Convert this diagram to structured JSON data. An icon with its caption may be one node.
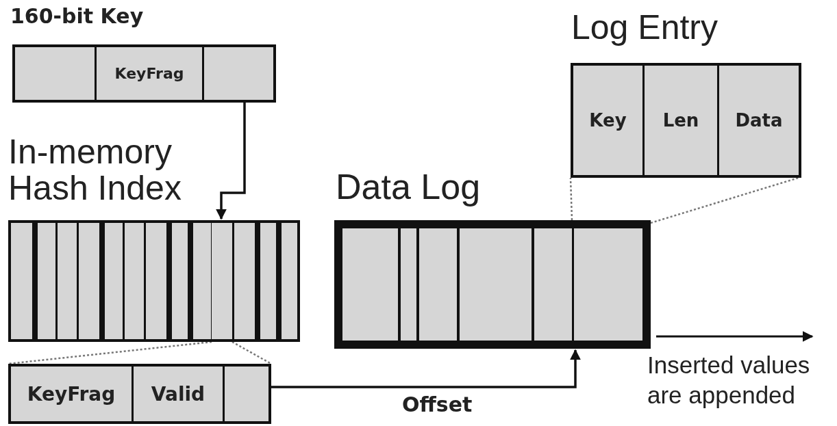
{
  "diagram": {
    "nodes": [
      {
        "text": [
          "160-bit Key"
        ]
      },
      {
        "text": [
          "KeyFrag"
        ],
        "in": 0
      },
      {
        "text": [],
        "shape": "box",
        "in": 0
      },
      {
        "text": [
          "In-memory Hash Index"
        ]
      },
      {
        "text": [],
        "shape": "box",
        "in": 3
      },
      {
        "text": [],
        "shape": "box"
      },
      {
        "text": [
          "KeyFrag"
        ],
        "in": 5
      },
      {
        "text": [
          "Valid"
        ],
        "in": 5
      },
      {
        "text": [],
        "shape": "box",
        "in": 5
      },
      {
        "text": [
          "Data Log"
        ]
      },
      {
        "text": [],
        "shape": "box",
        "in": 9
      },
      {
        "text": [
          "Log Entry"
        ]
      },
      {
        "text": [
          "Key"
        ],
        "in": 11
      },
      {
        "text": [
          "Len"
        ],
        "in": 11
      },
      {
        "text": [
          "Data"
        ],
        "in": 11
      }
    ],
    "edges": [
      {
        "from": 2,
        "to": 3,
        "arrow": "to",
        "color": "#111111"
      },
      {
        "from": 4,
        "to": 5,
        "arrow": "none",
        "style": "dashed"
      },
      {
        "from": 4,
        "to": 5,
        "arrow": "none",
        "style": "dashed"
      },
      {
        "from": 8,
        "to": 10,
        "arrow": "to",
        "label": "Offset",
        "color": "#111111"
      },
      {
        "from": 10,
        "to": 11,
        "arrow": "none",
        "style": "dashed"
      },
      {
        "from": 10,
        "to": 11,
        "arrow": "none",
        "style": "dashed"
      }
    ],
    "labels": [
      "Inserted values are appended"
    ]
  }
}
